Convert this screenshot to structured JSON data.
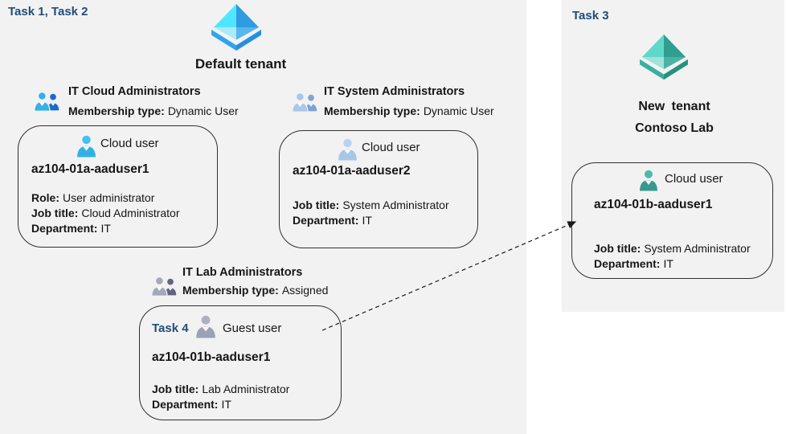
{
  "colors": {
    "panel-bg": "#f2f2f2",
    "task-blue": "#1f4e79",
    "text": "#161616",
    "card-border": "#2f2f2f",
    "arrow": "#1a1a1a",
    "ad-ul": "#50e6ff",
    "ad-ur": "#2f9be2",
    "ad-ll": "#ace9fb",
    "ad-lr": "#58b7e8",
    "ad-base-l": "#31a3ec",
    "ad-base-r": "#2391dd",
    "nt-ul": "#5fd8cb",
    "nt-ur": "#2e9f90",
    "nt-ll": "#9fe2d9",
    "nt-lr": "#4cb3a4",
    "nt-base-l": "#3aaf9f",
    "nt-base-r": "#27917f",
    "g1-front": "#35b0e8",
    "g1-front-head": "#48c0f0",
    "g1-back": "#1a6ad0",
    "g2-front": "#a8c8e8",
    "g2-front-head": "#b8d4f0",
    "g2-back": "#7fa3d2",
    "g3-front": "#a4a8ba",
    "g3-front-head": "#b0b4c4",
    "g3-back": "#606384",
    "u1-head": "#48c0ee",
    "u1-body": "#30b2e6",
    "u2-head": "#b8d3f0",
    "u2-body": "#a6c7e8",
    "u3-head": "#adb0c0",
    "u3-body": "#9ba1b6",
    "u4-head": "#4eb9ab",
    "u4-body": "#37998c"
  },
  "left_panel": {
    "task_label": "Task 1, Task 2",
    "tenant_name": "Default tenant",
    "groups": [
      {
        "name": "IT Cloud Administrators",
        "membership_label": "Membership type:",
        "membership_value": "Dynamic User"
      },
      {
        "name": "IT System Administrators",
        "membership_label": "Membership type:",
        "membership_value": "Dynamic User"
      },
      {
        "name": "IT Lab Administrators",
        "membership_label": "Membership type:",
        "membership_value": "Assigned"
      }
    ],
    "cards": [
      {
        "user_type": "Cloud user",
        "username": "az104-01a-aaduser1",
        "fields": [
          {
            "label": "Role:",
            "value": "User administrator"
          },
          {
            "label": "Job title:",
            "value": "Cloud Administrator"
          },
          {
            "label": "Department:",
            "value": "IT"
          }
        ]
      },
      {
        "user_type": "Cloud user",
        "username": "az104-01a-aaduser2",
        "fields": [
          {
            "label": "Job title:",
            "value": "System Administrator"
          },
          {
            "label": "Department:",
            "value": "IT"
          }
        ]
      },
      {
        "task_label": "Task 4",
        "user_type": "Guest user",
        "username": "az104-01b-aaduser1",
        "fields": [
          {
            "label": "Job title:",
            "value": "Lab Administrator"
          },
          {
            "label": "Department:",
            "value": "IT"
          }
        ]
      }
    ]
  },
  "right_panel": {
    "task_label": "Task 3",
    "tenant_name_line1": "New tenant",
    "tenant_name_line2": "Contoso Lab",
    "card": {
      "user_type": "Cloud user",
      "username": "az104-01b-aaduser1",
      "fields": [
        {
          "label": "Job title:",
          "value": "System Administrator"
        },
        {
          "label": "Department:",
          "value": "IT"
        }
      ]
    }
  }
}
